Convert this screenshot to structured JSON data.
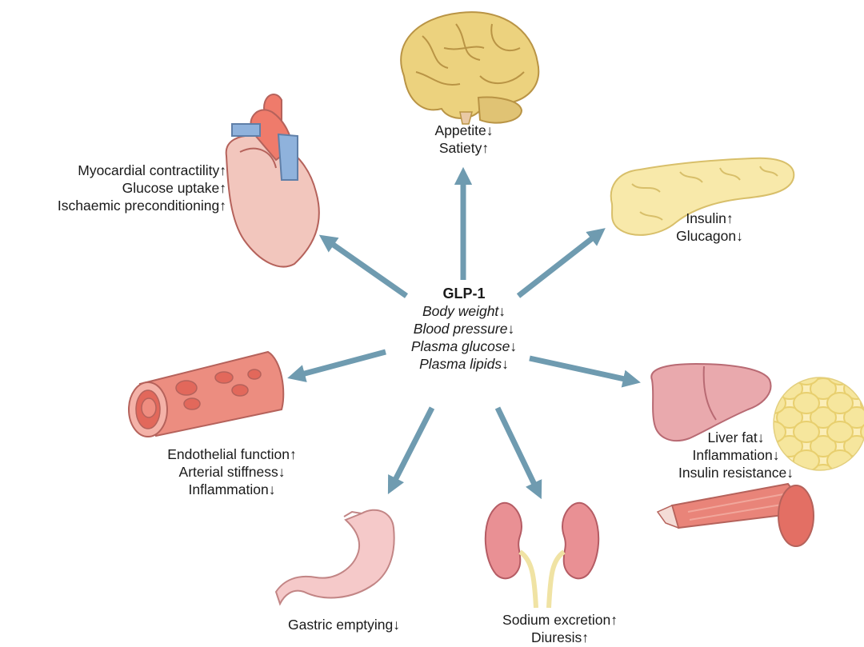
{
  "center": {
    "title": "GLP-1",
    "effects": [
      "Body weight↓",
      "Blood pressure↓",
      "Plasma glucose↓",
      "Plasma lipids↓"
    ]
  },
  "targets": {
    "brain": {
      "effects": [
        "Appetite↓",
        "Satiety↑"
      ]
    },
    "heart": {
      "effects": [
        "Myocardial contractility↑",
        "Glucose uptake↑",
        "Ischaemic preconditioning↑"
      ]
    },
    "pancreas": {
      "effects": [
        "Insulin↑",
        "Glucagon↓"
      ]
    },
    "blood_vessel": {
      "effects": [
        "Endothelial function↑",
        "Arterial stiffness↓",
        "Inflammation↓"
      ]
    },
    "liver": {
      "effects": [
        "Liver fat↓",
        "Inflammation↓",
        "Insulin resistance↓"
      ]
    },
    "stomach": {
      "effects": [
        "Gastric emptying↓"
      ]
    },
    "kidney": {
      "effects": [
        "Sodium excretion↑",
        "Diuresis↑"
      ]
    }
  },
  "colors": {
    "arrow": "#6f9bb0",
    "brain": "#ecd27e",
    "heart": "#f2c6bd",
    "artery": "#ef7b6b",
    "vein": "#8fb2dc",
    "pancreas": "#f8e9aa",
    "vessel": "#ec8d80",
    "liver": "#e9a9ad",
    "fat": "#f6e69d",
    "muscle": "#e98479",
    "stomach": "#f5c9c9",
    "kidney": "#e99094",
    "ureter": "#f0e3a4"
  }
}
